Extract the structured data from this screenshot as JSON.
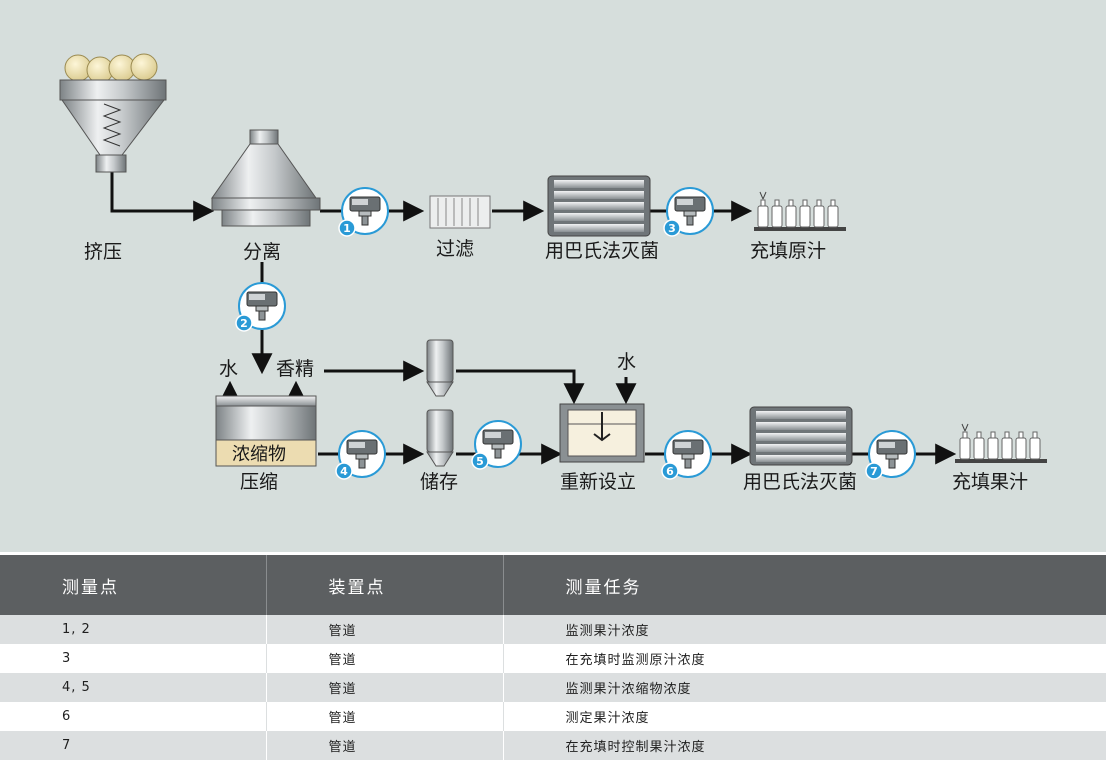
{
  "colors": {
    "background": "#d6dedc",
    "badge": "#2a9ad6",
    "header": "#5c5f61",
    "row_alt": "#dcdfe0"
  },
  "labels": {
    "squeeze": "挤压",
    "separate": "分离",
    "filter": "过滤",
    "pasteurize_top": "用巴氏法灭菌",
    "fill_raw": "充填原汁",
    "water_left": "水",
    "essence": "香精",
    "concentrate": "浓缩物",
    "compress": "压缩",
    "storage": "储存",
    "water_right": "水",
    "reconstitute": "重新设立",
    "pasteurize_bottom": "用巴氏法灭菌",
    "fill_juice": "充填果汁"
  },
  "sensors": [
    "1",
    "2",
    "3",
    "4",
    "5",
    "6",
    "7"
  ],
  "table": {
    "headers": [
      "测量点",
      "装置点",
      "测量任务"
    ],
    "rows": [
      [
        "1, 2",
        "管道",
        "监测果汁浓度"
      ],
      [
        "3",
        "管道",
        "在充填时监测原汁浓度"
      ],
      [
        "4, 5",
        "管道",
        "监测果汁浓缩物浓度"
      ],
      [
        "6",
        "管道",
        "测定果汁浓度"
      ],
      [
        "7",
        "管道",
        "在充填时控制果汁浓度"
      ]
    ]
  }
}
